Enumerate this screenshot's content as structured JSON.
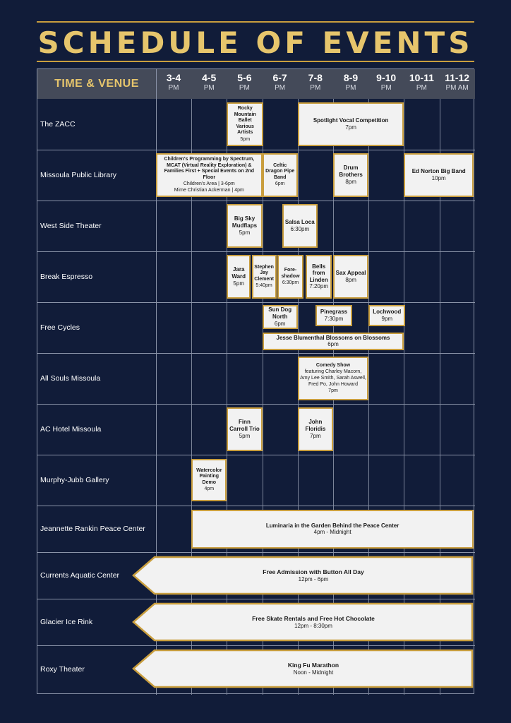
{
  "title": "SCHEDULE OF EVENTS",
  "header_label": "TIME & VENUE",
  "time_slots": [
    {
      "time": "3-4",
      "period": "PM"
    },
    {
      "time": "4-5",
      "period": "PM"
    },
    {
      "time": "5-6",
      "period": "PM"
    },
    {
      "time": "6-7",
      "period": "PM"
    },
    {
      "time": "7-8",
      "period": "PM"
    },
    {
      "time": "8-9",
      "period": "PM"
    },
    {
      "time": "9-10",
      "period": "PM"
    },
    {
      "time": "10-11",
      "period": "PM"
    },
    {
      "time": "11-12",
      "period": "PM AM"
    }
  ],
  "venues": [
    "The ZACC",
    "Missoula Public Library",
    "West Side Theater",
    "Break Espresso",
    "Free Cycles",
    "All Souls Missoula",
    "AC Hotel Missoula",
    "Murphy-Jubb Gallery",
    "Jeannette Rankin Peace Center",
    "Currents Aquatic Center",
    "Glacier Ice Rink",
    "Roxy Theater"
  ],
  "events": [
    {
      "venue": 0,
      "name": "Rocky Mountain Ballet Various Artists",
      "time": "5pm"
    },
    {
      "venue": 0,
      "name": "Spotlight Vocal Competition",
      "time": "7pm"
    },
    {
      "venue": 1,
      "name": "Children's Programming by Spectrum, MCAT (Virtual Reality Exploration) & Families First + Special Events on 2nd Floor",
      "time": "Children's Area | 3-6pm\nMime Christian Ackerman | 4pm"
    },
    {
      "venue": 1,
      "name": "Celtic Dragon Pipe Band",
      "time": "6pm"
    },
    {
      "venue": 1,
      "name": "Drum Brothers",
      "time": "8pm"
    },
    {
      "venue": 1,
      "name": "Ed Norton Big Band",
      "time": "10pm"
    },
    {
      "venue": 2,
      "name": "Big Sky Mudflaps",
      "time": "5pm"
    },
    {
      "venue": 2,
      "name": "Salsa Loca",
      "time": "6:30pm"
    },
    {
      "venue": 3,
      "name": "Jara Ward",
      "time": "5pm"
    },
    {
      "venue": 3,
      "name": "Stephen Jay Clement",
      "time": "5:40pm"
    },
    {
      "venue": 3,
      "name": "Fore-shadow",
      "time": "6:30pm"
    },
    {
      "venue": 3,
      "name": "Bells from Linden",
      "time": "7:20pm"
    },
    {
      "venue": 3,
      "name": "Sax Appeal",
      "time": "8pm"
    },
    {
      "venue": 4,
      "name": "Sun Dog North",
      "time": "6pm"
    },
    {
      "venue": 4,
      "name": "Pinegrass",
      "time": "7:30pm"
    },
    {
      "venue": 4,
      "name": "Lochwood",
      "time": "9pm"
    },
    {
      "venue": 4,
      "name": "Jesse Blumenthal Blossoms on Blossoms",
      "time": "6pm"
    },
    {
      "venue": 5,
      "name": "Comedy Show",
      "time": "featuring Charley Macorn, Amy Lee Smith, Sarah Aswell, Fred Po, John Howard\n7pm"
    },
    {
      "venue": 6,
      "name": "Finn Carroll Trio",
      "time": "5pm"
    },
    {
      "venue": 6,
      "name": "John Floridis",
      "time": "7pm"
    },
    {
      "venue": 7,
      "name": "Watercolor Painting Demo",
      "time": "4pm"
    },
    {
      "venue": 8,
      "name": "Luminaria in the Garden Behind the Peace Center",
      "time": "4pm - Midnight"
    },
    {
      "venue": 9,
      "name": "Free Admission with Button All Day",
      "time": "12pm - 6pm"
    },
    {
      "venue": 10,
      "name": "Free Skate Rentals and Free Hot Chocolate",
      "time": "12pm - 8:30pm"
    },
    {
      "venue": 11,
      "name": "King Fu Marathon",
      "time": "Noon - Midnight"
    }
  ],
  "colors": {
    "background": "#111c39",
    "header_bg": "#444a59",
    "gold": "#c99e3e",
    "gold_text": "#e6c56c",
    "box_fill": "#f2f2f2"
  }
}
